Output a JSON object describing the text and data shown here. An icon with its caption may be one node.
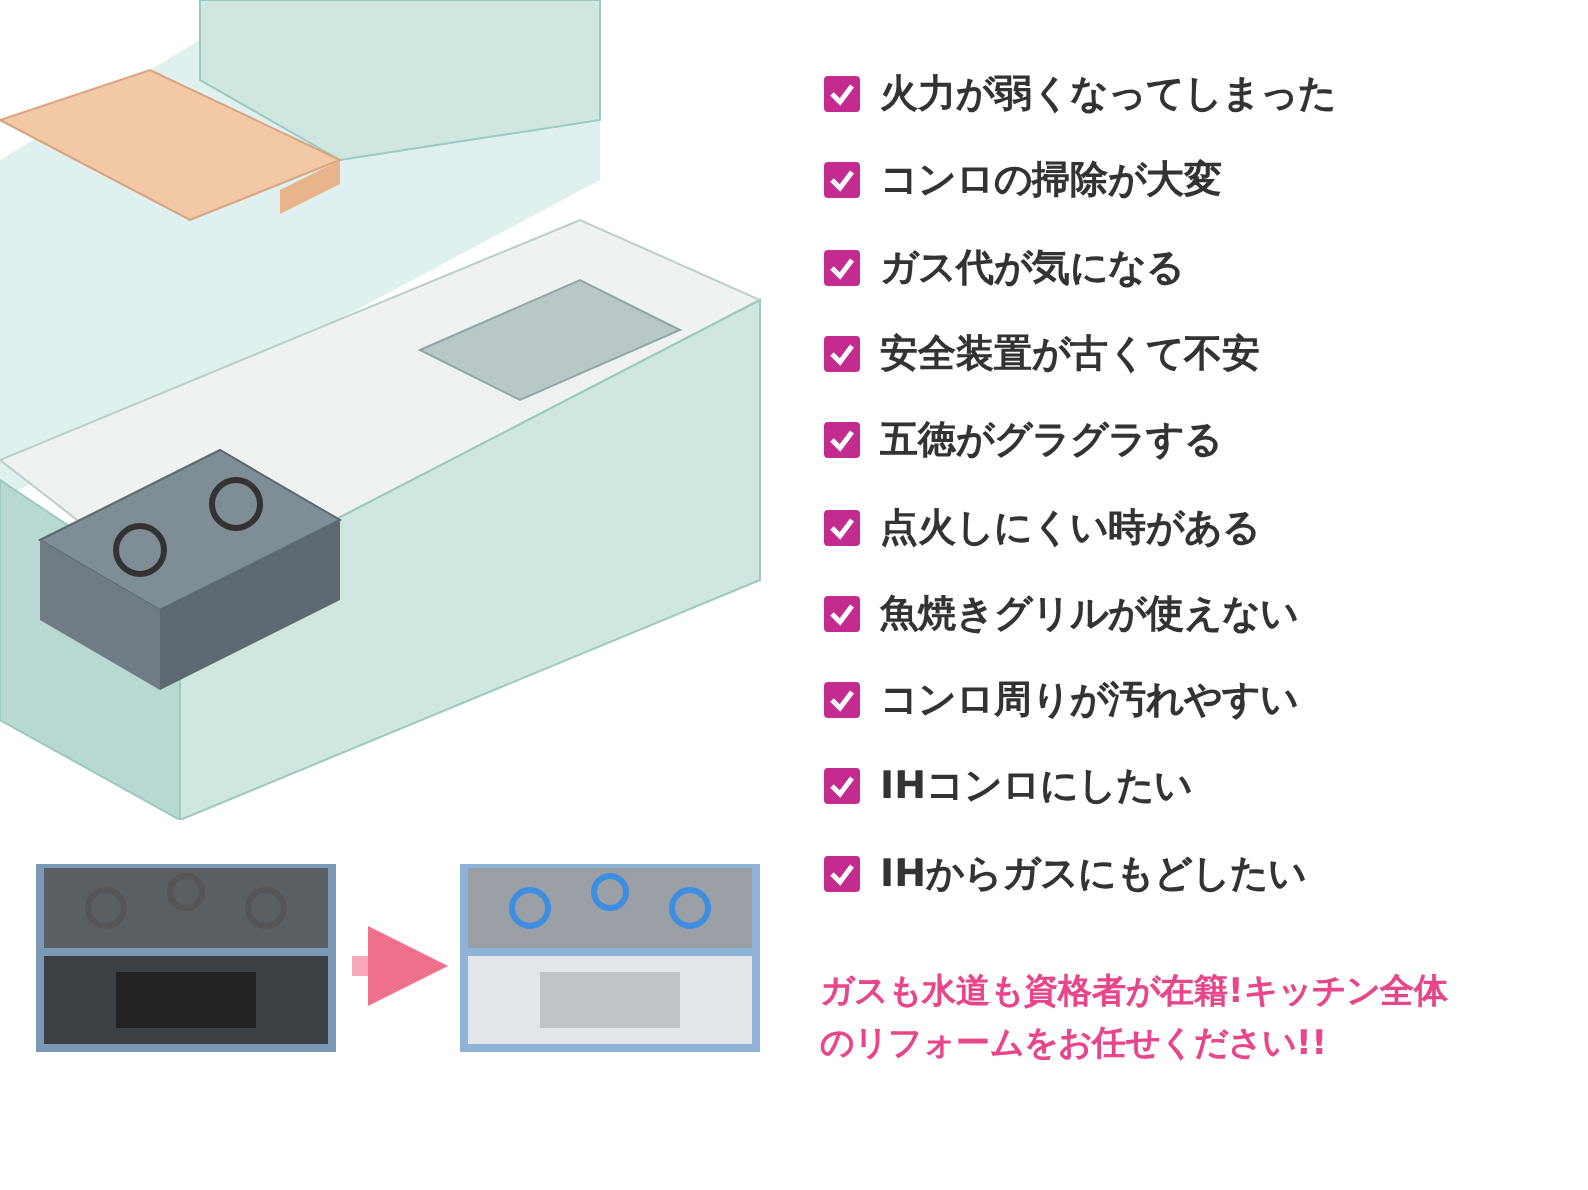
{
  "diagram": {
    "nodes": [
      {
        "text": [],
        "shape": "picture"
      },
      {
        "text": [],
        "shape": "picture"
      }
    ],
    "edges": [
      {
        "from": 0,
        "to": 1,
        "arrow": "to"
      }
    ],
    "labels": [
      "火力が弱くなってしまった",
      "コンロの掃除が大変",
      "ガス代が気になる",
      "安全装置が古くて不安",
      "五徳がグラグラする",
      "点火しにくい時がある",
      "魚焼きグリルが使えない",
      "コンロ周りが汚れやすい",
      "IHコンロにしたい",
      "IHからガスにもどしたい",
      "ガスも水道も資格者が在籍!キッチン全体のリフォームをお任せください!!"
    ]
  }
}
